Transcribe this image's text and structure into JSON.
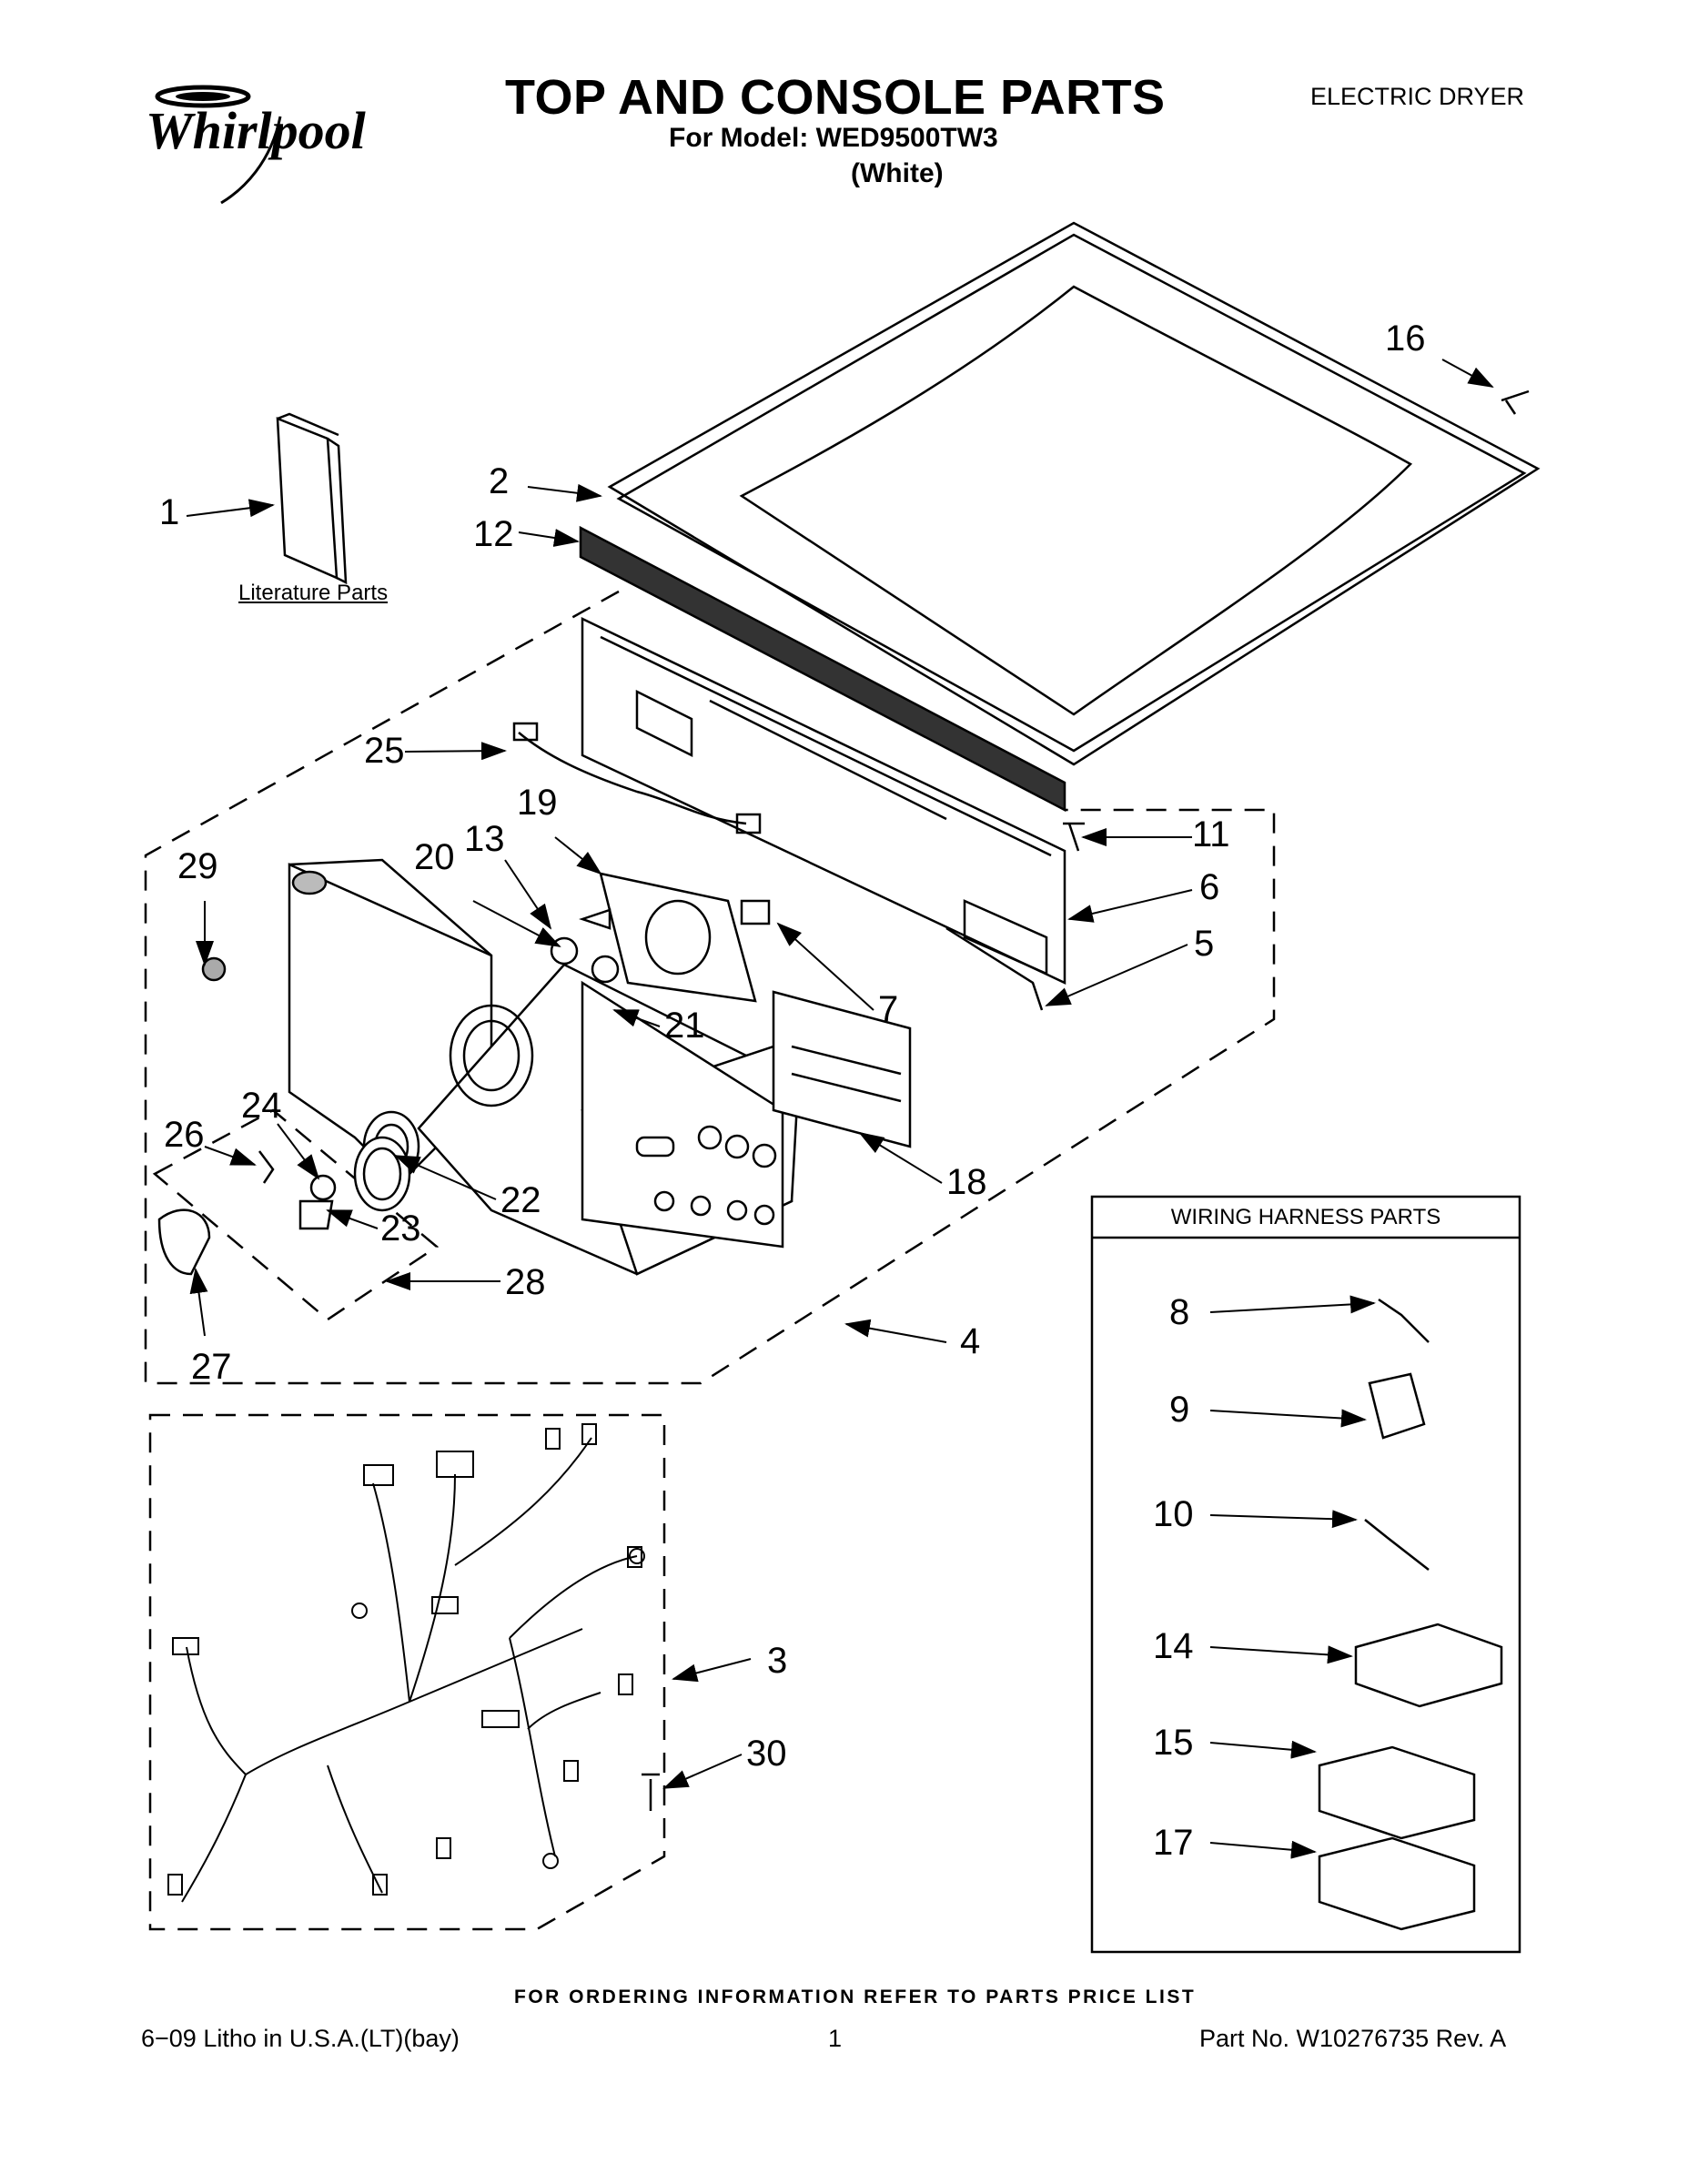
{
  "brand": {
    "logo_text": "Whirlpool"
  },
  "header": {
    "title": "TOP AND CONSOLE PARTS",
    "model_line": "For Model: WED9500TW3",
    "color_line": "(White)",
    "appliance_type": "ELECTRIC DRYER"
  },
  "literature_label": "Literature Parts",
  "wiring_box": {
    "title": "WIRING HARNESS PARTS"
  },
  "callouts": {
    "c1": "1",
    "c2": "2",
    "c3": "3",
    "c4": "4",
    "c5": "5",
    "c6": "6",
    "c7": "7",
    "c8": "8",
    "c9": "9",
    "c10": "10",
    "c11": "11",
    "c12": "12",
    "c13": "13",
    "c14": "14",
    "c15": "15",
    "c16": "16",
    "c17": "17",
    "c18": "18",
    "c19": "19",
    "c20": "20",
    "c21": "21",
    "c22": "22",
    "c23": "23",
    "c24": "24",
    "c25": "25",
    "c26": "26",
    "c27": "27",
    "c28": "28",
    "c29": "29",
    "c30": "30"
  },
  "footer": {
    "ordering_note": "FOR ORDERING INFORMATION REFER TO PARTS PRICE LIST",
    "litho": "6−09 Litho in U.S.A.(LT)(bay)",
    "page_number": "1",
    "part_no": "Part No. W10276735 Rev. A"
  }
}
